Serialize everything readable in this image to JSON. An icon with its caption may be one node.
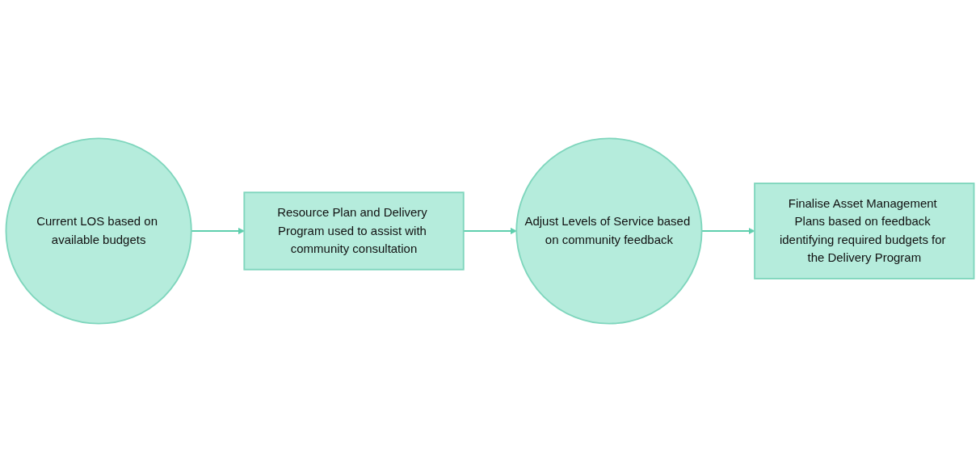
{
  "diagram": {
    "nodes": [
      {
        "text": [
          "Current LOS based on available budgets"
        ]
      },
      {
        "text": [
          "Resource Plan and Delivery Program used to assist with community consultation"
        ]
      },
      {
        "text": [
          "Adjust Levels of Service based on community feedback"
        ]
      },
      {
        "text": [
          "Finalise Asset Management Plans based on feedback identifying required budgets for the Delivery Program"
        ]
      }
    ],
    "edges": [
      {
        "from": 0,
        "to": 1,
        "arrow": "to"
      },
      {
        "from": 1,
        "to": 2,
        "arrow": "to"
      },
      {
        "from": 2,
        "to": 3,
        "arrow": "to"
      }
    ]
  }
}
